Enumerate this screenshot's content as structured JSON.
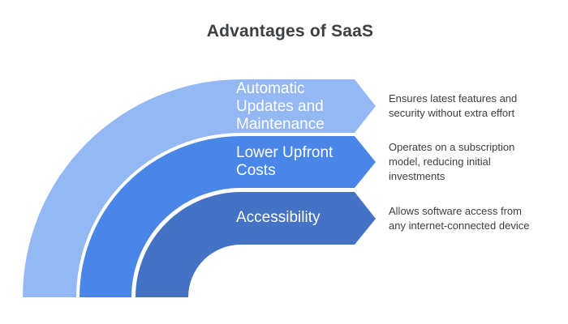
{
  "title": "Advantages of SaaS",
  "colors": {
    "background": "#FFFFFF",
    "title_text": "#3C4043",
    "description_text": "#3C4043",
    "label_text": "#FFFFFF",
    "band1": "#94B8F3",
    "band2": "#4A86E8",
    "band3": "#4472C4"
  },
  "bands": [
    {
      "name": "automatic-updates-and-maintenance",
      "label": "Automatic Updates and Maintenance",
      "label_lines": {
        "0": "Automatic",
        "1": "Updates and",
        "2": "Maintenance"
      },
      "description": "Ensures latest features and security without extra effort",
      "description_lines": {
        "0": "Ensures latest features and",
        "1": "security without extra effort"
      },
      "color": "#94B8F3"
    },
    {
      "name": "lower-upfront-costs",
      "label": "Lower Upfront Costs",
      "label_lines": {
        "0": "Lower Upfront",
        "1": "Costs"
      },
      "description": "Operates on a subscription model, reducing initial investments",
      "description_lines": {
        "0": "Operates on a subscription",
        "1": "model, reducing initial",
        "2": "investments"
      },
      "color": "#4A86E8"
    },
    {
      "name": "accessibility",
      "label": "Accessibility",
      "label_lines": {
        "0": "Accessibility"
      },
      "description": "Allows software access from any internet-connected device",
      "description_lines": {
        "0": "Allows software access from",
        "1": "any internet-connected device"
      },
      "color": "#4472C4"
    }
  ]
}
